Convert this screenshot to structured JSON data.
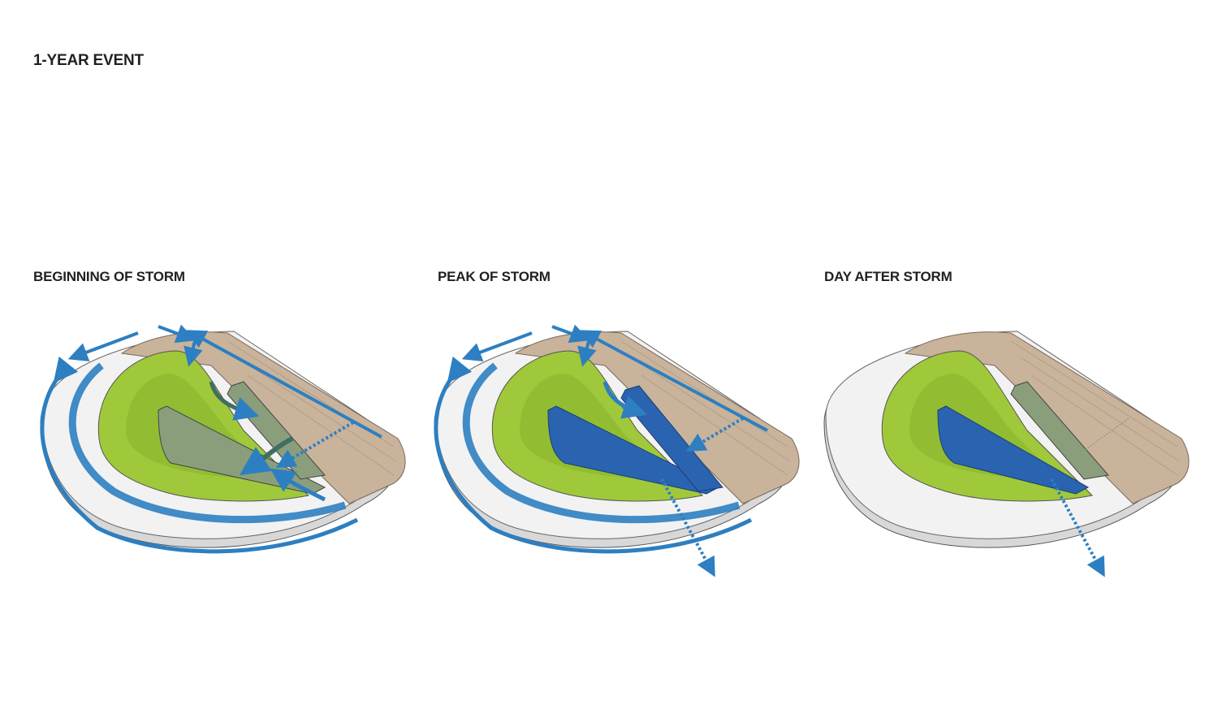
{
  "page": {
    "title": "1-YEAR EVENT"
  },
  "panels": [
    {
      "label": "BEGINNING OF STORM",
      "state": "beginning",
      "bioswale": "dry-grey-green",
      "detention_pond": "dry-grey-green",
      "ring_flow": "full"
    },
    {
      "label": "PEAK OF STORM",
      "state": "peak",
      "bioswale": "flooded-blue",
      "detention_pond": "flooded-blue",
      "ring_flow": "full"
    },
    {
      "label": "DAY AFTER STORM",
      "state": "after",
      "bioswale": "draining",
      "detention_pond": "flooded-blue",
      "ring_flow": "none"
    }
  ],
  "colors": {
    "lawn": "#9fc93a",
    "lawn_dark": "#86b12a",
    "boardwalk": "#c9b39b",
    "path": "#eeeeee",
    "water": "#2a63b0",
    "water_dry": "#8a9e7c",
    "arrow": "#2d7fc1",
    "arrow_dark": "#3f6e63"
  }
}
